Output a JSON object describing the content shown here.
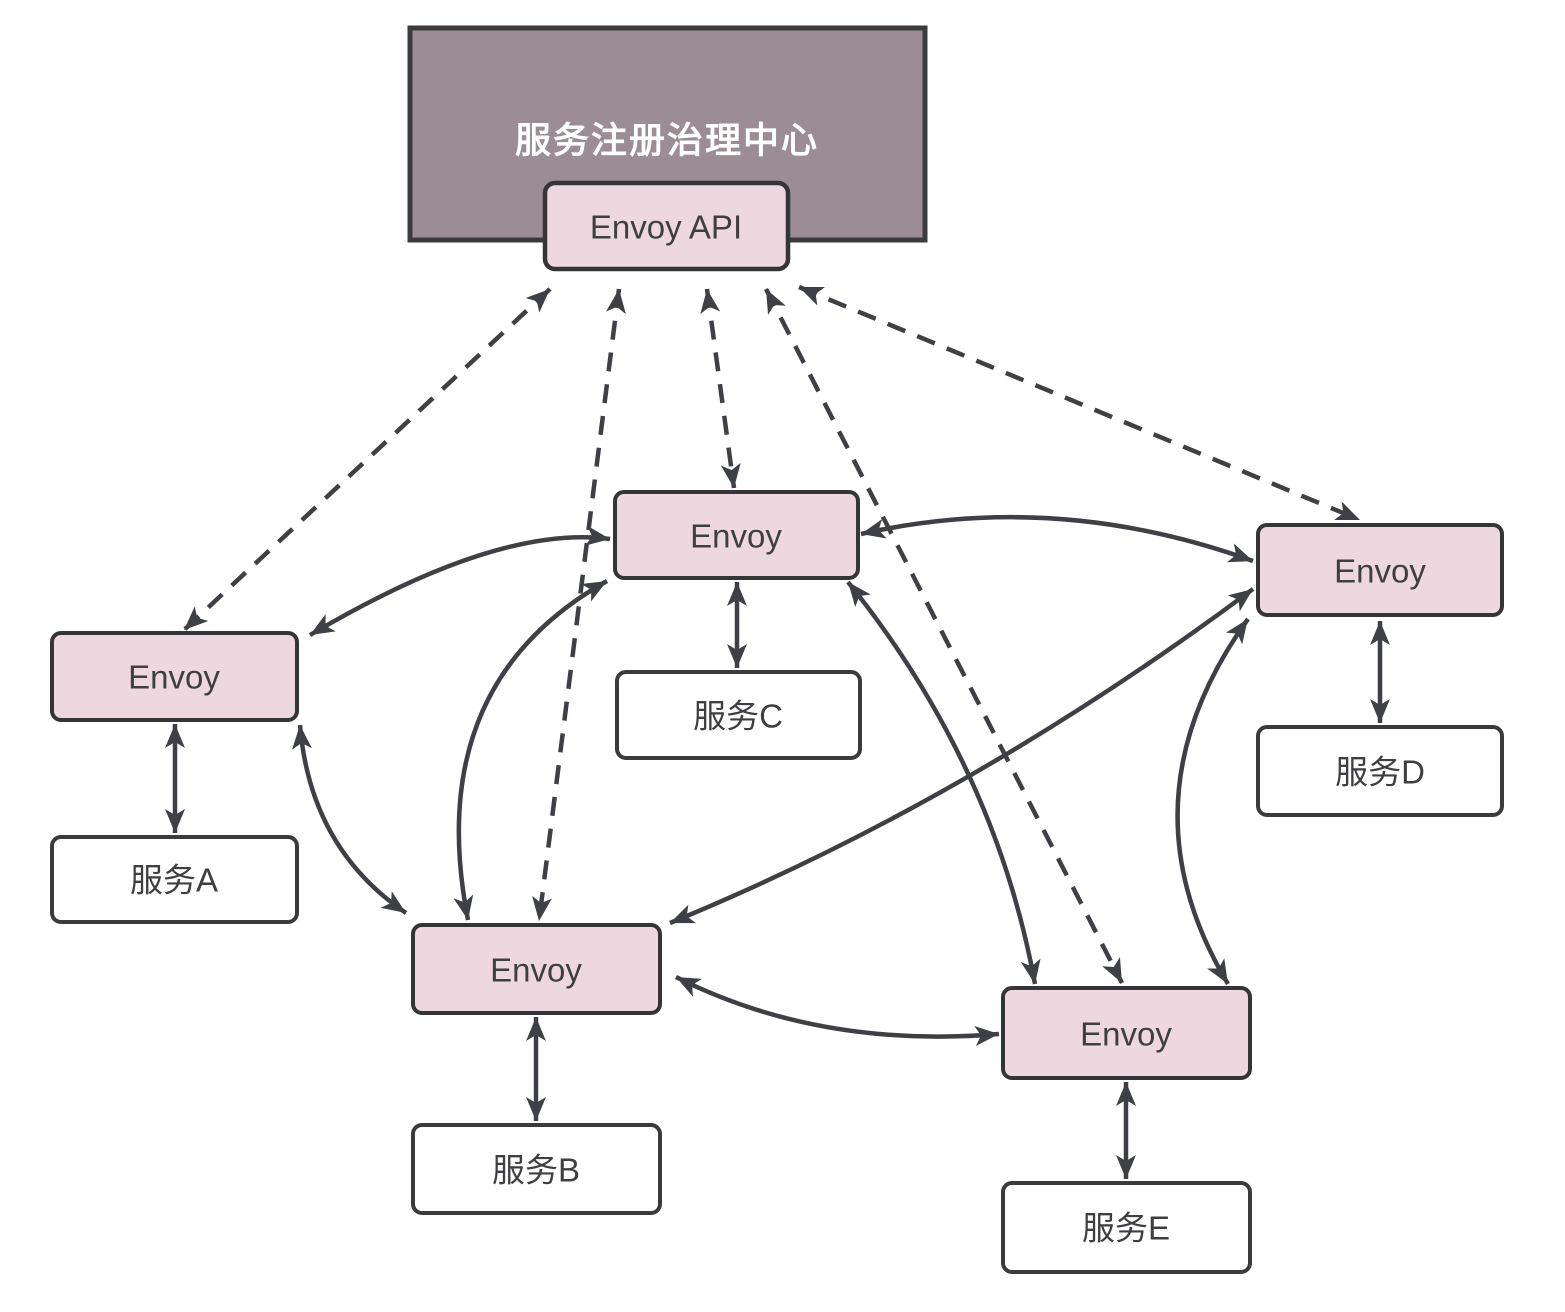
{
  "diagram": {
    "hub_label": "服务注册治理中心",
    "api_label": "Envoy API",
    "envoys": {
      "a": {
        "label": "Envoy"
      },
      "b": {
        "label": "Envoy"
      },
      "c": {
        "label": "Envoy"
      },
      "d": {
        "label": "Envoy"
      },
      "e": {
        "label": "Envoy"
      }
    },
    "services": {
      "a": {
        "label": "服务A"
      },
      "b": {
        "label": "服务B"
      },
      "c": {
        "label": "服务C"
      },
      "d": {
        "label": "服务D"
      },
      "e": {
        "label": "服务E"
      }
    },
    "colors": {
      "hub_fill": "#9b8d93",
      "hub_border": "#3b3b3d",
      "hub_text": "#ffffff",
      "envoy_fill": "#ecd8de",
      "envoy_border": "#353537",
      "service_fill": "#ffffff",
      "service_border": "#3b3b3d",
      "arrow": "#3f4045",
      "node_text": "#3f3f42"
    },
    "edges": {
      "control_plane": [
        {
          "from": "envoy-api",
          "to": "envoy-a",
          "style": "dashed",
          "bidirectional": true
        },
        {
          "from": "envoy-api",
          "to": "envoy-b",
          "style": "dashed",
          "bidirectional": true
        },
        {
          "from": "envoy-api",
          "to": "envoy-c",
          "style": "dashed",
          "bidirectional": true
        },
        {
          "from": "envoy-api",
          "to": "envoy-d",
          "style": "dashed",
          "bidirectional": true
        },
        {
          "from": "envoy-api",
          "to": "envoy-e",
          "style": "dashed",
          "bidirectional": true
        }
      ],
      "mesh": [
        {
          "from": "envoy-a",
          "to": "envoy-c",
          "style": "solid",
          "bidirectional": true
        },
        {
          "from": "envoy-a",
          "to": "envoy-b",
          "style": "solid",
          "bidirectional": true
        },
        {
          "from": "envoy-c",
          "to": "envoy-b",
          "style": "solid",
          "bidirectional": true
        },
        {
          "from": "envoy-c",
          "to": "envoy-d",
          "style": "solid",
          "bidirectional": true
        },
        {
          "from": "envoy-c",
          "to": "envoy-e",
          "style": "solid",
          "bidirectional": true
        },
        {
          "from": "envoy-b",
          "to": "envoy-d",
          "style": "solid",
          "bidirectional": true
        },
        {
          "from": "envoy-b",
          "to": "envoy-e",
          "style": "solid",
          "bidirectional": true
        },
        {
          "from": "envoy-d",
          "to": "envoy-e",
          "style": "solid",
          "bidirectional": true
        }
      ],
      "service_links": [
        {
          "from": "envoy-a",
          "to": "service-a",
          "style": "solid",
          "bidirectional": true
        },
        {
          "from": "envoy-b",
          "to": "service-b",
          "style": "solid",
          "bidirectional": true
        },
        {
          "from": "envoy-c",
          "to": "service-c",
          "style": "solid",
          "bidirectional": true
        },
        {
          "from": "envoy-d",
          "to": "service-d",
          "style": "solid",
          "bidirectional": true
        },
        {
          "from": "envoy-e",
          "to": "service-e",
          "style": "solid",
          "bidirectional": true
        }
      ]
    }
  }
}
